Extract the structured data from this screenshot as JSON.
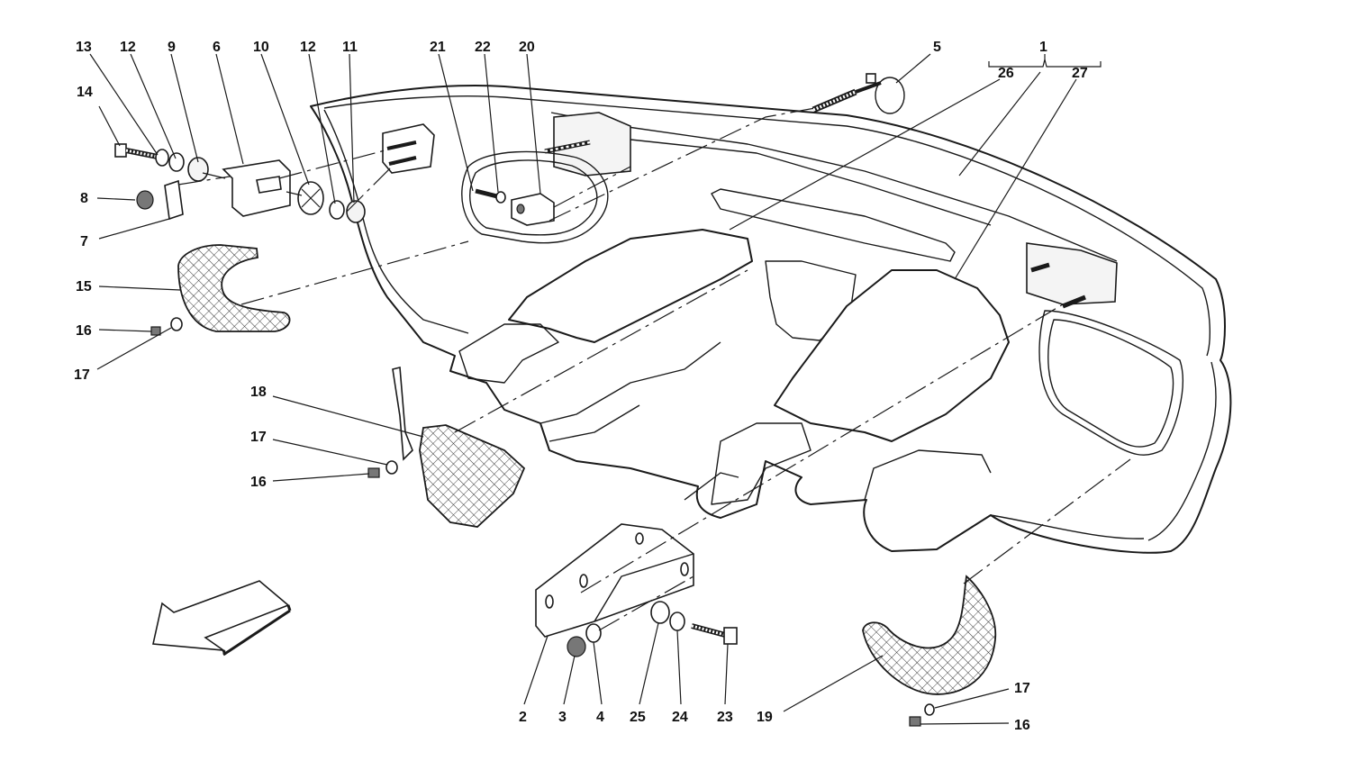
{
  "callouts": {
    "c1": "1",
    "c26": "26",
    "c27": "27",
    "c5": "5",
    "c13": "13",
    "c12a": "12",
    "c9": "9",
    "c6": "6",
    "c10": "10",
    "c12b": "12",
    "c11": "11",
    "c21": "21",
    "c22": "22",
    "c20": "20",
    "c14": "14",
    "c8": "8",
    "c7": "7",
    "c15": "15",
    "c16a": "16",
    "c17a": "17",
    "c18": "18",
    "c17b": "17",
    "c16b": "16",
    "c2": "2",
    "c3": "3",
    "c4": "4",
    "c25": "25",
    "c24": "24",
    "c23": "23",
    "c19": "19",
    "c17c": "17",
    "c16c": "16"
  },
  "colors": {
    "line": "#1a1a1a",
    "background": "#ffffff"
  },
  "icons": {
    "direction": "direction-arrow-icon"
  }
}
